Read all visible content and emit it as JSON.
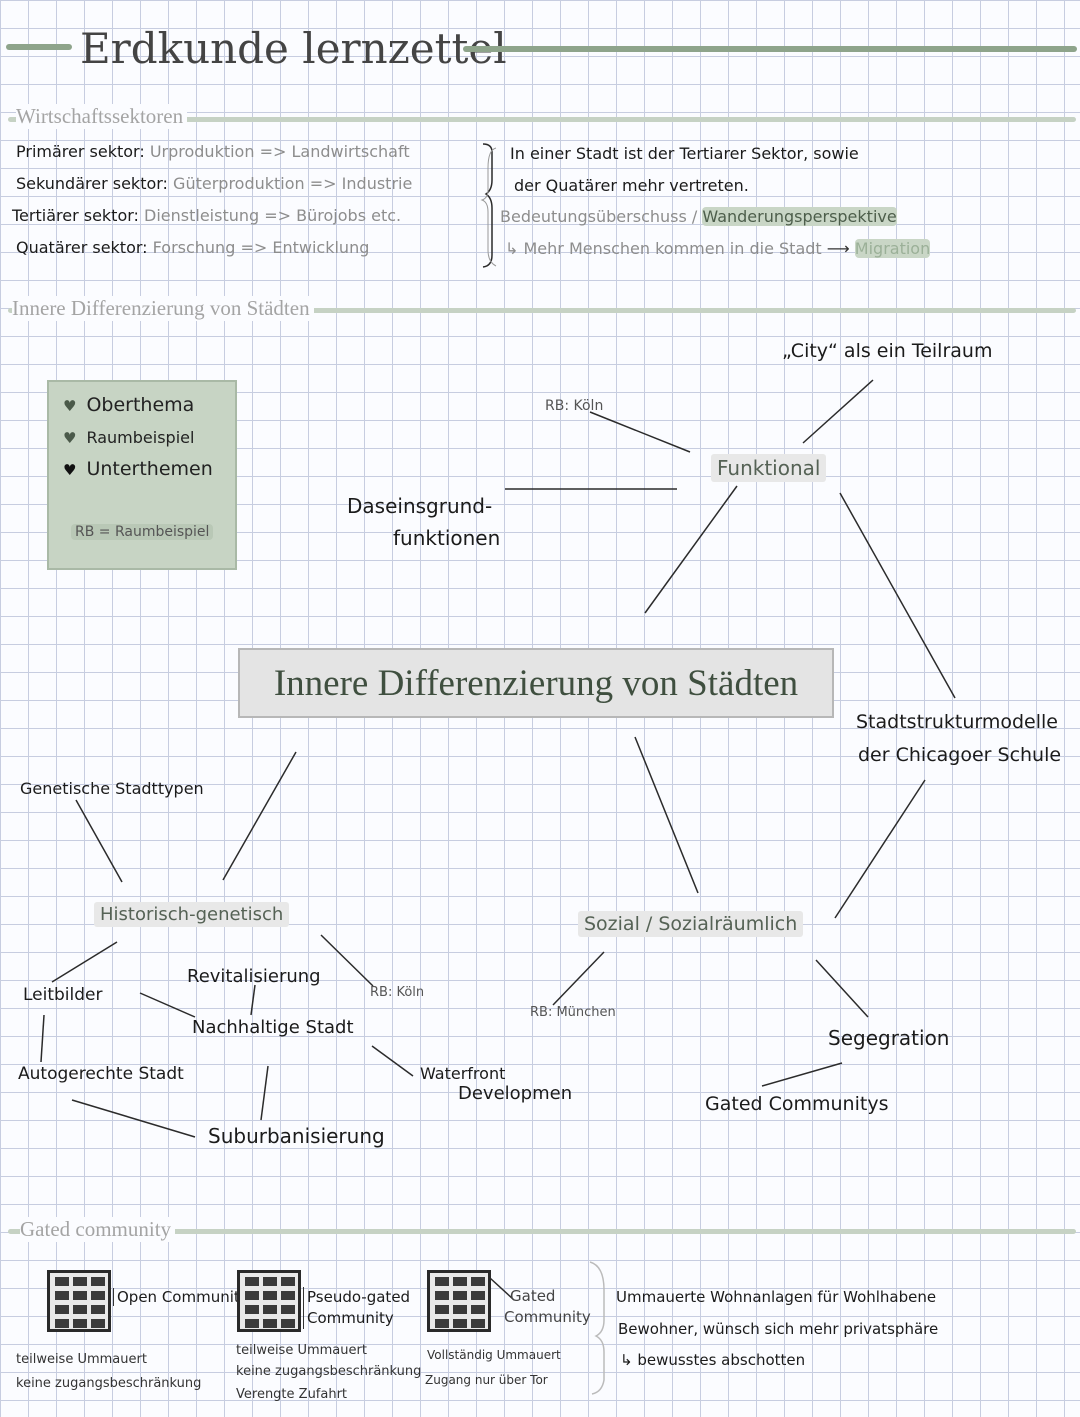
{
  "title": "Erdkunde lernzettel",
  "sections": {
    "wirtschaft": "Wirtschaftssektoren",
    "innere": "Innere Differenzierung von Städten",
    "gated": "Gated community"
  },
  "sektoren": [
    {
      "label": "Primärer sektor:",
      "desc": "Urproduktion",
      "arrow": "=>",
      "result": "Landwirtschaft"
    },
    {
      "label": "Sekundärer sektor:",
      "desc": "Güterproduktion",
      "arrow": "=>",
      "result": "Industrie"
    },
    {
      "label": "Tertiärer sektor:",
      "desc": "Dienstleistung",
      "arrow": "=>",
      "result": "Bürojobs etc."
    },
    {
      "label": "Quatärer sektor:",
      "desc": "Forschung",
      "arrow": "=>",
      "result": "Entwicklung"
    }
  ],
  "sektor_notes": {
    "line1": "In einer Stadt ist der Tertiarer Sektor, sowie",
    "line2": "der Quatärer mehr vertreten.",
    "line3a": "Bedeutungsüberschuss /",
    "line3b": "Wanderungsperspektive",
    "line4a": "↳ Mehr Menschen kommen in die Stadt",
    "line4arrow": "⟶",
    "line4b": "Migration"
  },
  "legend": {
    "items": [
      "Oberthema",
      "Raumbeispiel",
      "Unterthemen"
    ],
    "note": "RB = Raumbeispiel"
  },
  "mindmap": {
    "center": "Innere Differenzierung von Städten",
    "funktional": {
      "label": "Funktional",
      "rb": "RB: Köln",
      "city": "„City“ als ein Teilraum",
      "daseins1": "Daseinsgrund-",
      "daseins2": "funktionen"
    },
    "stadtstruktur1": "Stadtstrukturmodelle",
    "stadtstruktur2": "der Chicagoer Schule",
    "historisch": {
      "label": "Historisch-genetisch",
      "genetische": "Genetische Stadttypen",
      "leitbilder": "Leitbilder",
      "revitalisierung": "Revitalisierung",
      "rb": "RB: Köln",
      "nachhaltige": "Nachhaltige Stadt",
      "autogerechte": "Autogerechte Stadt",
      "waterfront1": "Waterfront",
      "waterfront2": "Developmen",
      "suburbanisierung": "Suburbanisierung"
    },
    "sozial": {
      "label": "Sozial / Sozialräumlich",
      "rb": "RB: München",
      "segregation": "Segegration",
      "gated": "Gated Communitys"
    }
  },
  "gated": {
    "types": [
      {
        "name1": "Open Community",
        "name2": "",
        "desc1": "teilweise Ummauert",
        "desc2": "keine zugangsbeschränkung",
        "desc3": ""
      },
      {
        "name1": "Pseudo-gated",
        "name2": "Community",
        "desc1": "teilweise Ummauert",
        "desc2": "keine zugangsbeschränkung",
        "desc3": "Verengte Zufahrt"
      },
      {
        "name1": "Gated",
        "name2": "Community",
        "desc1": "Vollständig Ummauert",
        "desc2": "Zugang nur über Tor",
        "desc3": ""
      }
    ],
    "note1": "Ummauerte Wohnanlagen für Wohlhabene",
    "note2": "Bewohner, wünsch sich mehr privatsphäre",
    "note3": "↳ bewusstes abschotten"
  },
  "colors": {
    "accent": "#8ea48b",
    "highlight": "#c9d6c6",
    "legend_bg": "#c7d4c4"
  }
}
